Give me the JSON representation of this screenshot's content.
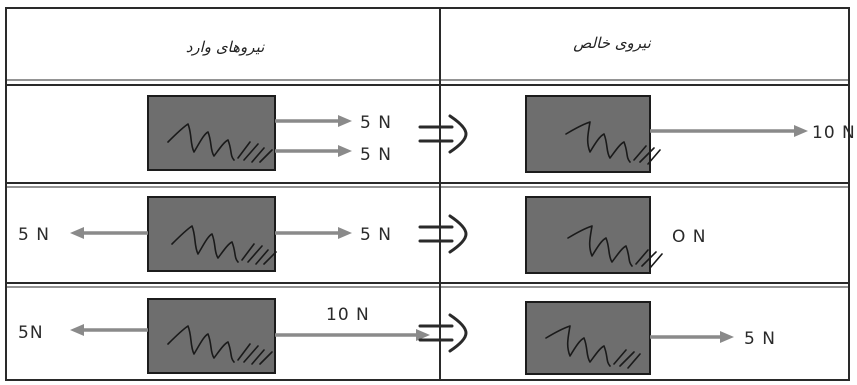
{
  "headers": {
    "applied_forces": "نیروهای وارد",
    "net_force": "نیروی خالص"
  },
  "rows": [
    {
      "applied": {
        "right_top": "5 N",
        "right_bottom": "5 N"
      },
      "net": "10 N"
    },
    {
      "applied": {
        "left": "5 N",
        "right": "5 N"
      },
      "net": "O N"
    },
    {
      "applied": {
        "left": "5N",
        "right": "10 N"
      },
      "net": "5 N"
    }
  ]
}
